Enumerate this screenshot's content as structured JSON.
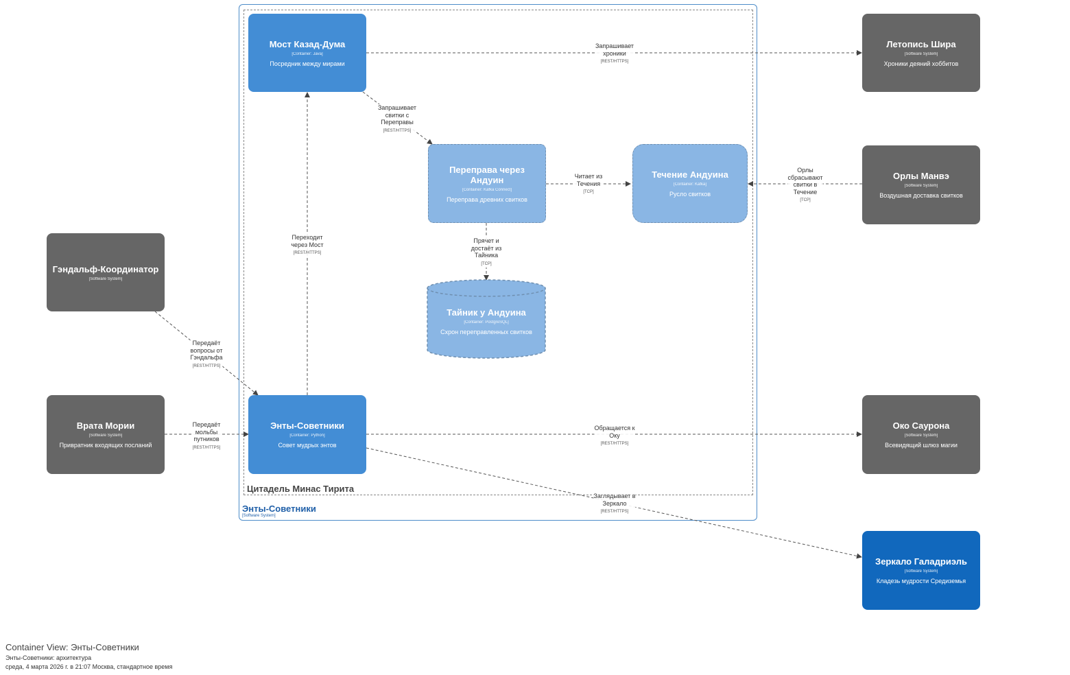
{
  "boundaries": {
    "outer": {
      "title": "Энты-Советники",
      "subtitle": "[Software System]"
    },
    "inner": {
      "title": "Цитадель Минас Тирита"
    }
  },
  "nodes": {
    "bridge": {
      "title": "Мост Казад-Дума",
      "tech": "[Container: Java]",
      "desc": "Посредник между мирами"
    },
    "ford": {
      "title": "Переправа через Андуин",
      "tech": "[Container: Kafka Connect]",
      "desc": "Переправа древних свитков"
    },
    "stream": {
      "title": "Течение Андуина",
      "tech": "[Container: Kafka]",
      "desc": "Русло свитков"
    },
    "cache": {
      "title": "Тайник у Андуина",
      "tech": "[Container: PostgreSQL]",
      "desc": "Схрон переправленных свитков"
    },
    "ents": {
      "title": "Энты-Советники",
      "tech": "[Container: Python]",
      "desc": "Совет мудрых энтов"
    },
    "gandalf": {
      "title": "Гэндальф-Координатор",
      "tech": "[Software System]",
      "desc": ""
    },
    "moria": {
      "title": "Врата Мории",
      "tech": "[Software System]",
      "desc": "Привратник входящих посланий"
    },
    "chronicle": {
      "title": "Летопись Шира",
      "tech": "[Software System]",
      "desc": "Хроники деяний хоббитов"
    },
    "eagles": {
      "title": "Орлы Манвэ",
      "tech": "[Software System]",
      "desc": "Воздушная доставка свитков"
    },
    "eye": {
      "title": "Око Саурона",
      "tech": "[Software System]",
      "desc": "Всевидящий шлюз магии"
    },
    "mirror": {
      "title": "Зеркало Галадриэль",
      "tech": "[Software System]",
      "desc": "Кладезь мудрости Средиземья"
    }
  },
  "edges": {
    "bridge_chronicle": {
      "text": "Запрашивает\nхроники",
      "proto": "[REST/HTTPS]"
    },
    "bridge_ford": {
      "text": "Запрашивает\nсвитки с\nПереправы",
      "proto": "[REST/HTTPS]"
    },
    "ford_stream": {
      "text": "Читает из\nТечения",
      "proto": "[TCP]"
    },
    "eagles_stream": {
      "text": "Орлы\nсбрасывают\nсвитки в\nТечение",
      "proto": "[TCP]"
    },
    "ford_cache": {
      "text": "Прячет и\nдостаёт из\nТайника",
      "proto": "[TCP]"
    },
    "ents_bridge": {
      "text": "Переходит\nчерез Мост",
      "proto": "[REST/HTTPS]"
    },
    "gandalf_ents": {
      "text": "Передаёт\nвопросы от\nГэндальфа",
      "proto": "[REST/HTTPS]"
    },
    "moria_ents": {
      "text": "Передаёт\nмольбы\nпутников",
      "proto": "[REST/HTTPS]"
    },
    "ents_eye": {
      "text": "Обращается к\nОку",
      "proto": "[REST/HTTPS]"
    },
    "ents_mirror": {
      "text": "Заглядывает в\nЗеркало",
      "proto": "[REST/HTTPS]"
    }
  },
  "footer": {
    "title": "Container View: Энты-Советники",
    "line1": "Энты-Советники: архитектура",
    "line2": "среда, 4 марта 2026 г. в 21:07 Москва, стандартное время"
  },
  "colors": {
    "external_system": "#666666",
    "container": "#438dd5",
    "queue_container": "#8ab6e4",
    "highlight_system": "#1168bd",
    "boundary": "#4d8cc9"
  }
}
